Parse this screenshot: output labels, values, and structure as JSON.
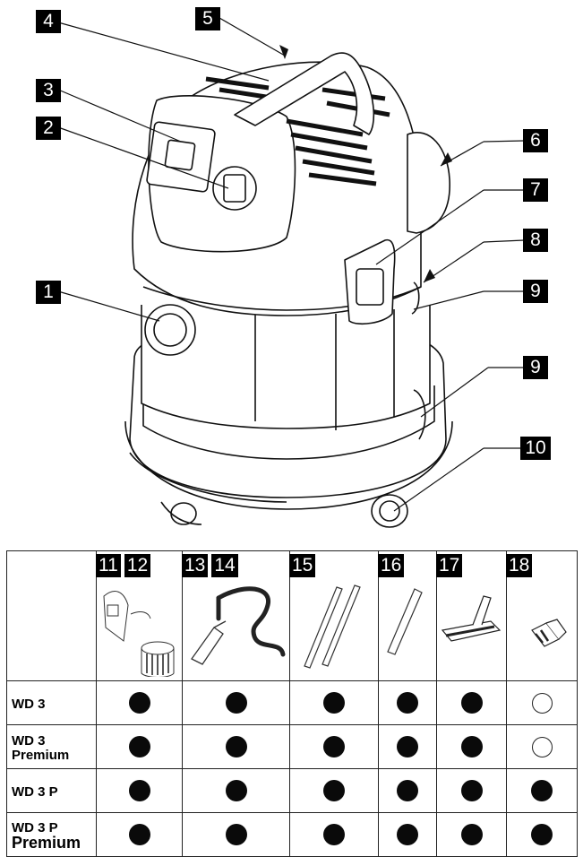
{
  "callouts": [
    "1",
    "2",
    "3",
    "4",
    "5",
    "6",
    "7",
    "8",
    "9",
    "9",
    "10"
  ],
  "accessory_groups": [
    {
      "numbers": [
        "11",
        "12"
      ],
      "icon": "filter-bag-and-cartridge-icon"
    },
    {
      "numbers": [
        "13",
        "14"
      ],
      "icon": "suction-hose-icon"
    },
    {
      "numbers": [
        "15"
      ],
      "icon": "suction-tubes-icon"
    },
    {
      "numbers": [
        "16"
      ],
      "icon": "crevice-nozzle-icon"
    },
    {
      "numbers": [
        "17"
      ],
      "icon": "floor-nozzle-icon"
    },
    {
      "numbers": [
        "18"
      ],
      "icon": "adapter-icon"
    }
  ],
  "models": [
    {
      "name_line1": "WD 3",
      "name_line2": "",
      "availability": [
        "filled",
        "filled",
        "filled",
        "filled",
        "filled",
        "open"
      ]
    },
    {
      "name_line1": "WD 3",
      "name_line2": "Premium",
      "availability": [
        "filled",
        "filled",
        "filled",
        "filled",
        "filled",
        "open"
      ]
    },
    {
      "name_line1": "WD 3 P",
      "name_line2": "",
      "availability": [
        "filled",
        "filled",
        "filled",
        "filled",
        "filled",
        "filled"
      ]
    },
    {
      "name_line1": "WD 3 P",
      "name_line2": "Premium",
      "availability": [
        "filled",
        "filled",
        "filled",
        "filled",
        "filled",
        "filled"
      ]
    }
  ]
}
